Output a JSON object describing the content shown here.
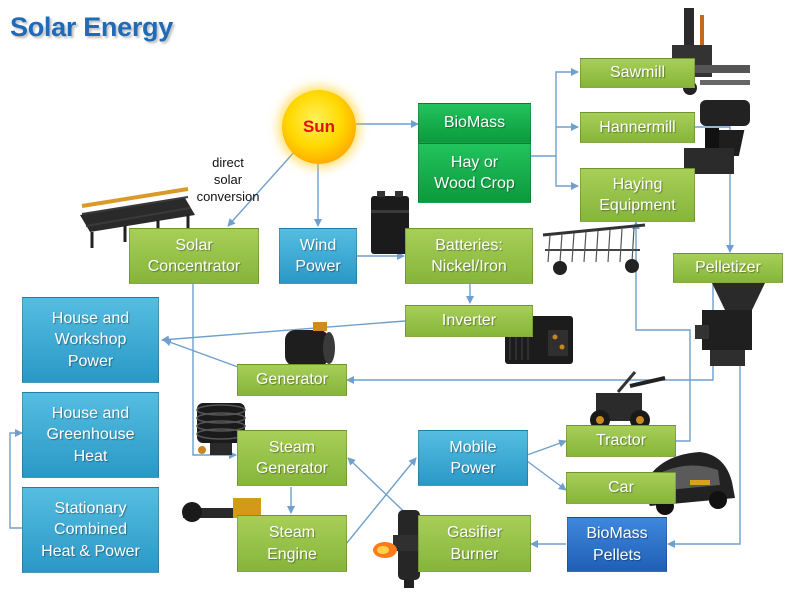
{
  "title": "Solar Energy",
  "sun": {
    "label": "Sun"
  },
  "annotation": "direct\nsolar\nconversion",
  "nodes": {
    "biomass": "BioMass",
    "hay_wood": "Hay or\nWood Crop",
    "sawmill": "Sawmill",
    "hammermill": "Hannermill",
    "haying": "Haying\nEquipment",
    "solar_concentrator": "Solar\nConcentrator",
    "wind_power": "Wind\nPower",
    "batteries": "Batteries:\nNickel/Iron",
    "pelletizer": "Pelletizer",
    "inverter": "Inverter",
    "house_workshop": "House and\nWorkshop\nPower",
    "generator": "Generator",
    "house_greenhouse": "House and\nGreenhouse\nHeat",
    "steam_generator": "Steam\nGenerator",
    "mobile_power": "Mobile\nPower",
    "tractor": "Tractor",
    "car": "Car",
    "stationary_chp": "Stationary\nCombined\nHeat & Power",
    "steam_engine": "Steam\nEngine",
    "gasifier": "Gasifier\nBurner",
    "biomass_pellets": "BioMass\nPellets"
  },
  "colors": {
    "light_green": "#8dbb3f",
    "dark_green": "#13a845",
    "light_blue": "#34a6d3",
    "dark_blue": "#2a6cc8",
    "arrow": "#6f9fce",
    "title": "#1f6bb8"
  },
  "equipment_icons": [
    "sawmill-machine-icon",
    "hammermill-machine-icon",
    "hay-rake-icon",
    "solar-trough-icon",
    "battery-icon",
    "pelletizer-machine-icon",
    "inverter-device-icon",
    "electric-motor-icon",
    "steam-coil-icon",
    "steam-engine-icon",
    "gasifier-icon",
    "tractor-icon",
    "car-icon"
  ]
}
